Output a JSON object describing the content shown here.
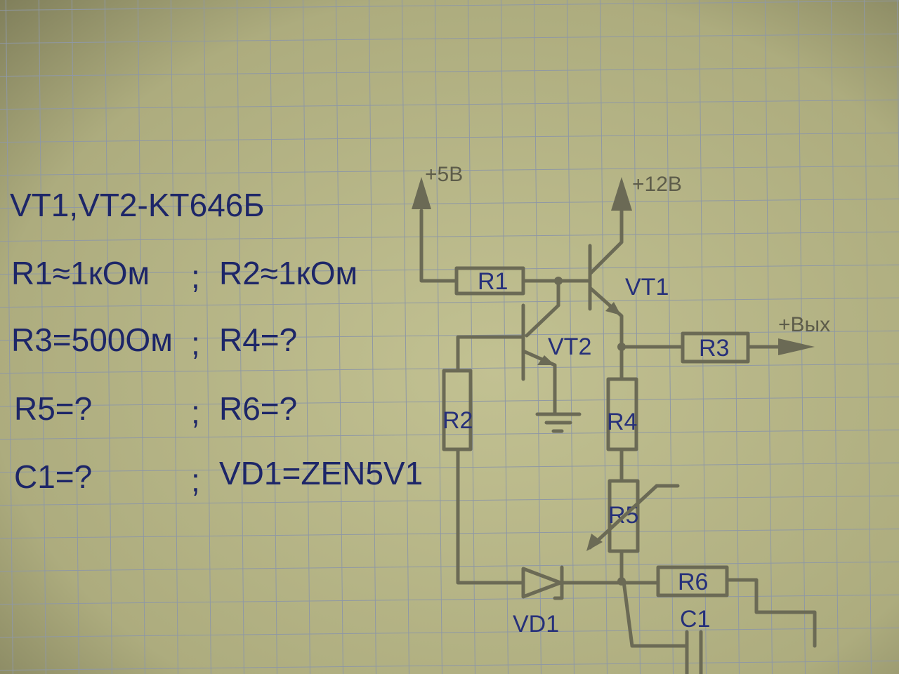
{
  "notes": {
    "transistors": "VT1,VT2-KT646Б",
    "rows": [
      {
        "left": "R1≈1кОм",
        "sep": ";",
        "right": "R2≈1кОм"
      },
      {
        "left": "R3=500Ом",
        "sep": ";",
        "right": "R4=?"
      },
      {
        "left": "R5=?",
        "sep": ";",
        "right": "R6=?"
      },
      {
        "left": "C1=?",
        "sep": ";",
        "right": "VD1=ZEN5V1"
      }
    ]
  },
  "circuit": {
    "supply_5v": "+5В",
    "supply_12v": "+12В",
    "output": "+Вых",
    "components": {
      "r1": "R1",
      "r2": "R2",
      "r3": "R3",
      "r4": "R4",
      "r5": "R5",
      "r6": "R6",
      "c1": "C1",
      "vd1": "VD1",
      "vt1": "VT1",
      "vt2": "VT2"
    }
  },
  "colors": {
    "paper": "#b3b284",
    "grid": "#8d97a6",
    "ink": "#1d2668",
    "pencil": "#6b6a55"
  }
}
